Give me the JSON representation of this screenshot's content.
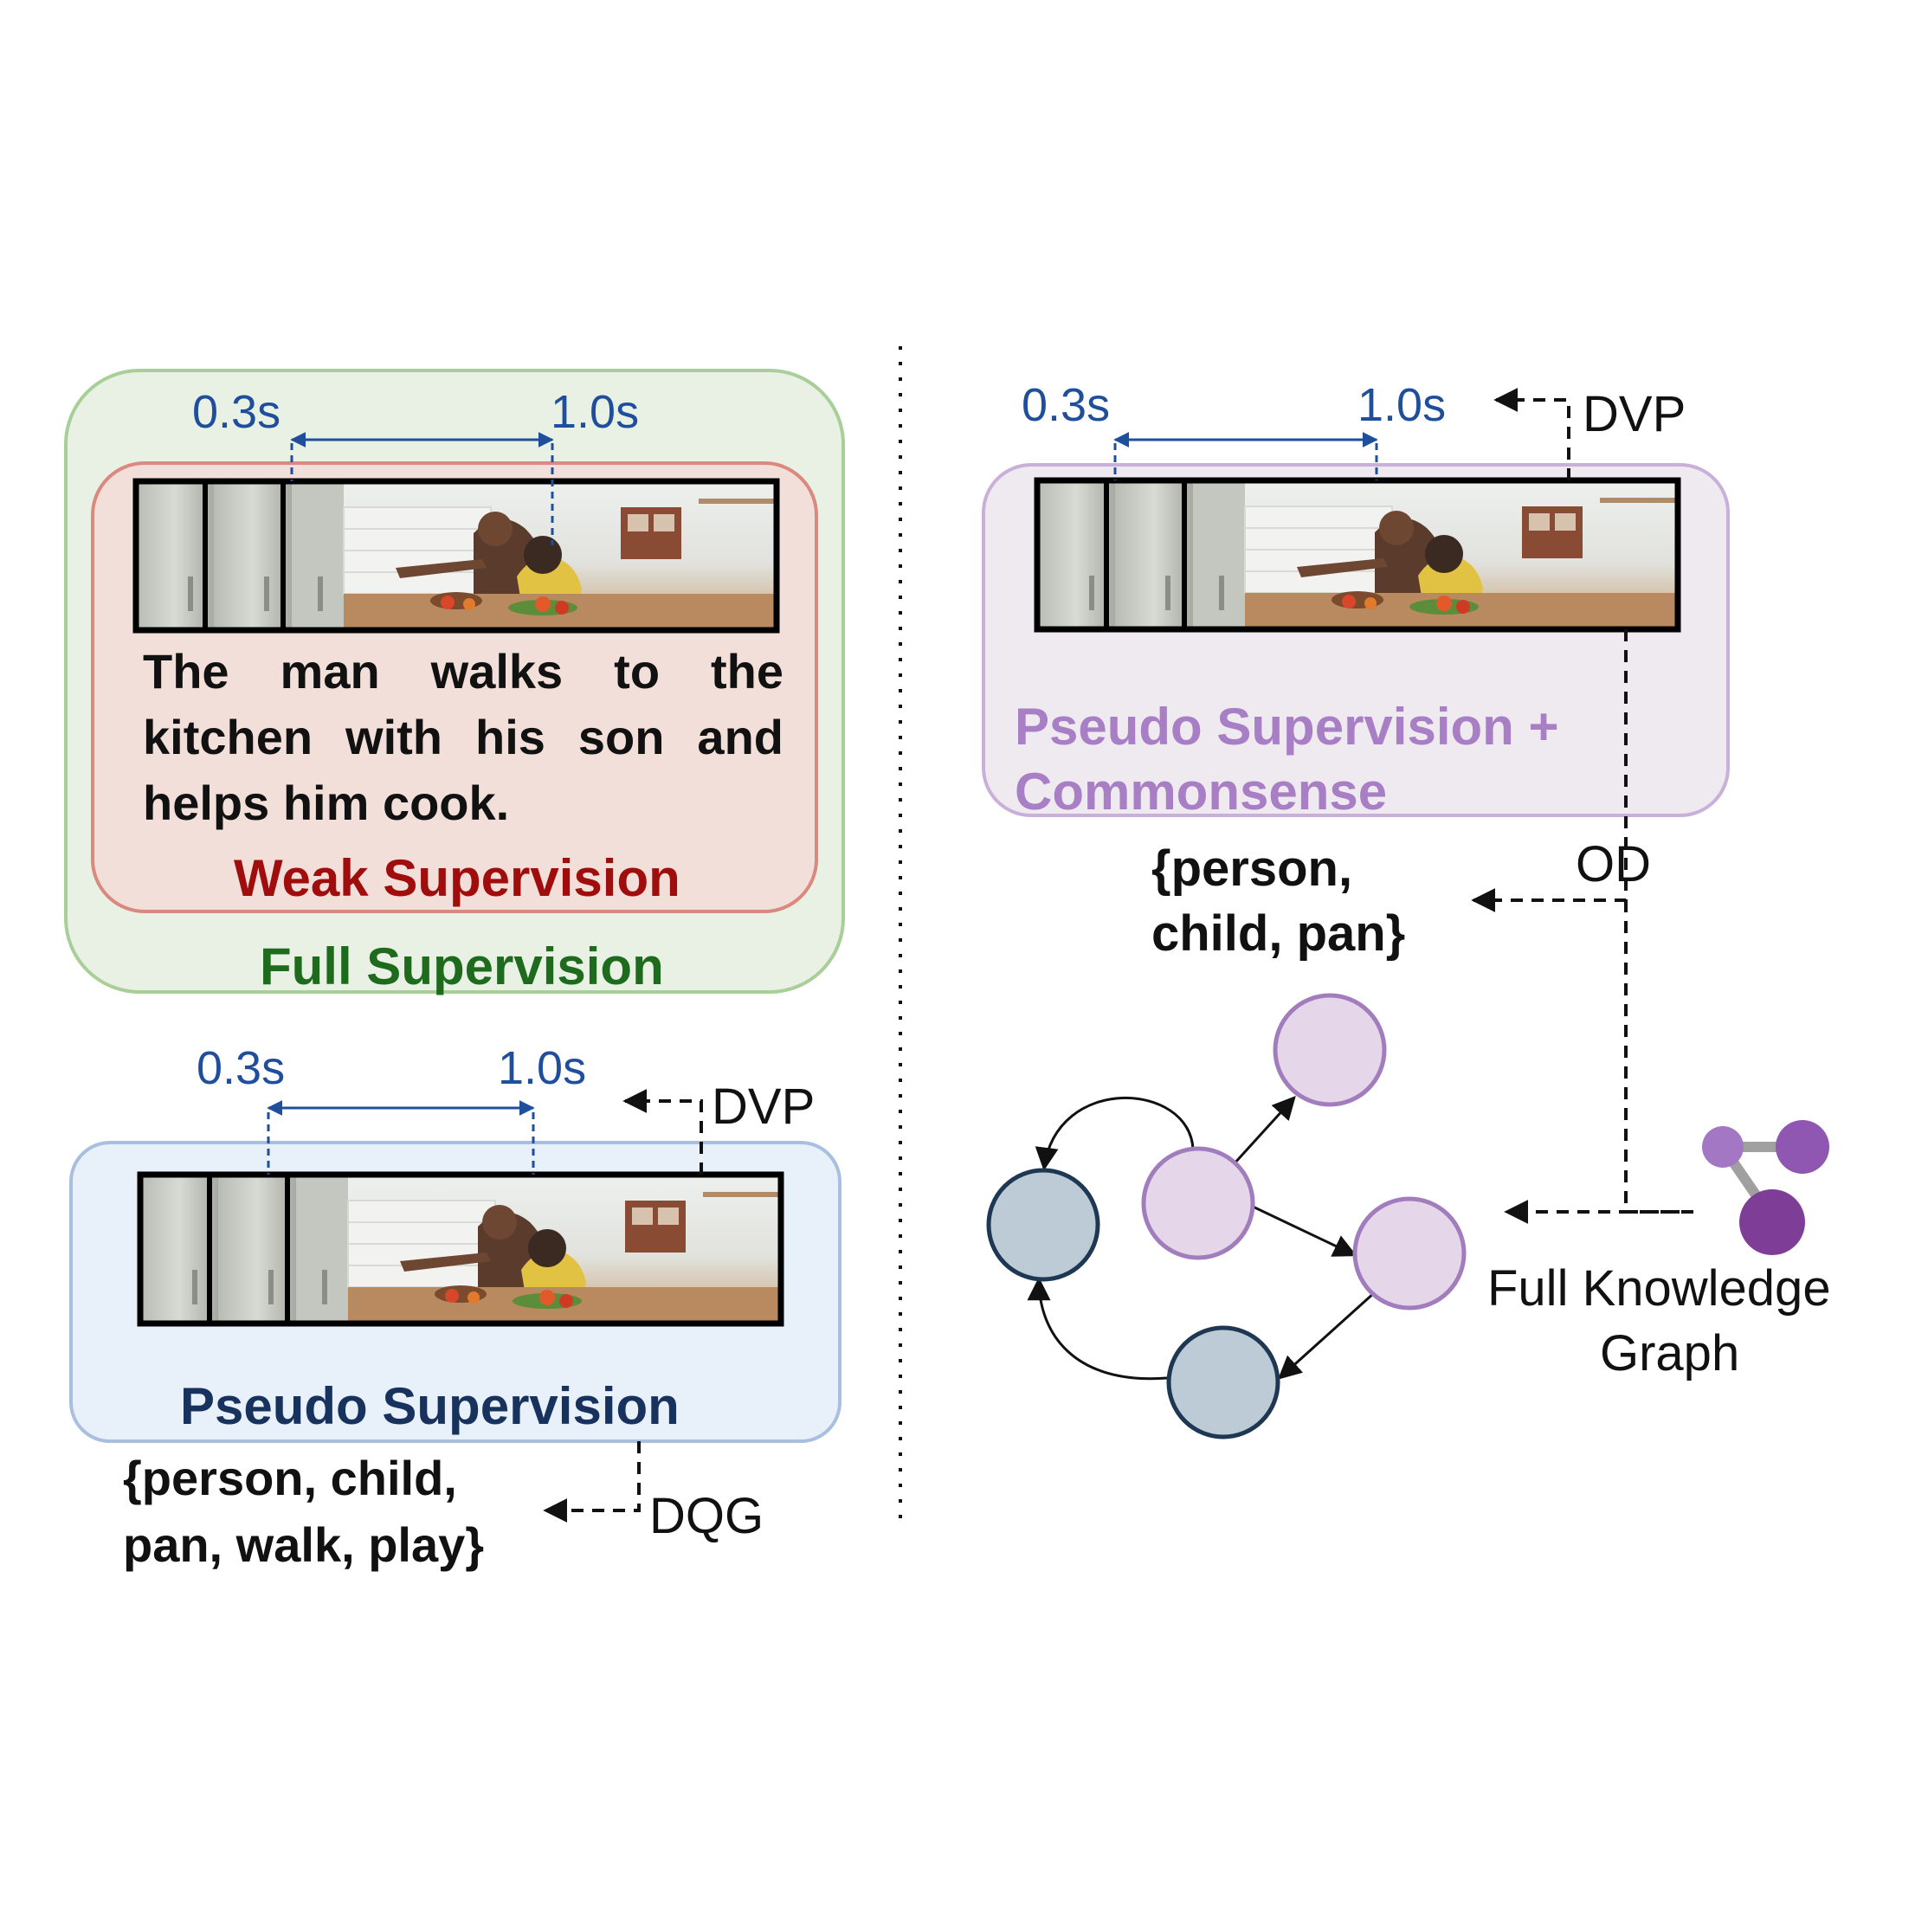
{
  "colors": {
    "full_supervision": "#1e6b1e",
    "weak_supervision": "#a00d0d",
    "pseudo_supervision": "#18325e",
    "commonsense": "#a87fc4",
    "time_label": "#1f4e9c",
    "graph_purple": "#e6d6ea",
    "graph_slate": "#bccbd6"
  },
  "icons": [
    "video-frames-image",
    "knowledge-graph-icon"
  ],
  "left_top": {
    "time_start": "0.3s",
    "time_end": "1.0s",
    "caption": "The man walks to the kitchen with his son and helps him cook.",
    "weak_label": "Weak Supervision",
    "full_label": "Full Supervision"
  },
  "left_bottom": {
    "time_start": "0.3s",
    "time_end": "1.0s",
    "dvp_label": "DVP",
    "pseudo_label": "Pseudo Supervision",
    "query_line1": "{person, child,",
    "query_line2": "pan, walk, play}",
    "dqg_label": "DQG"
  },
  "right": {
    "time_start": "0.3s",
    "time_end": "1.0s",
    "dvp_label": "DVP",
    "label_line1": "Pseudo Supervision +",
    "label_line2": "Commonsense",
    "od_label": "OD",
    "objects_line1": "{person,",
    "objects_line2": "child, pan}",
    "kg_line1": "Full Knowledge",
    "kg_line2": "Graph"
  }
}
